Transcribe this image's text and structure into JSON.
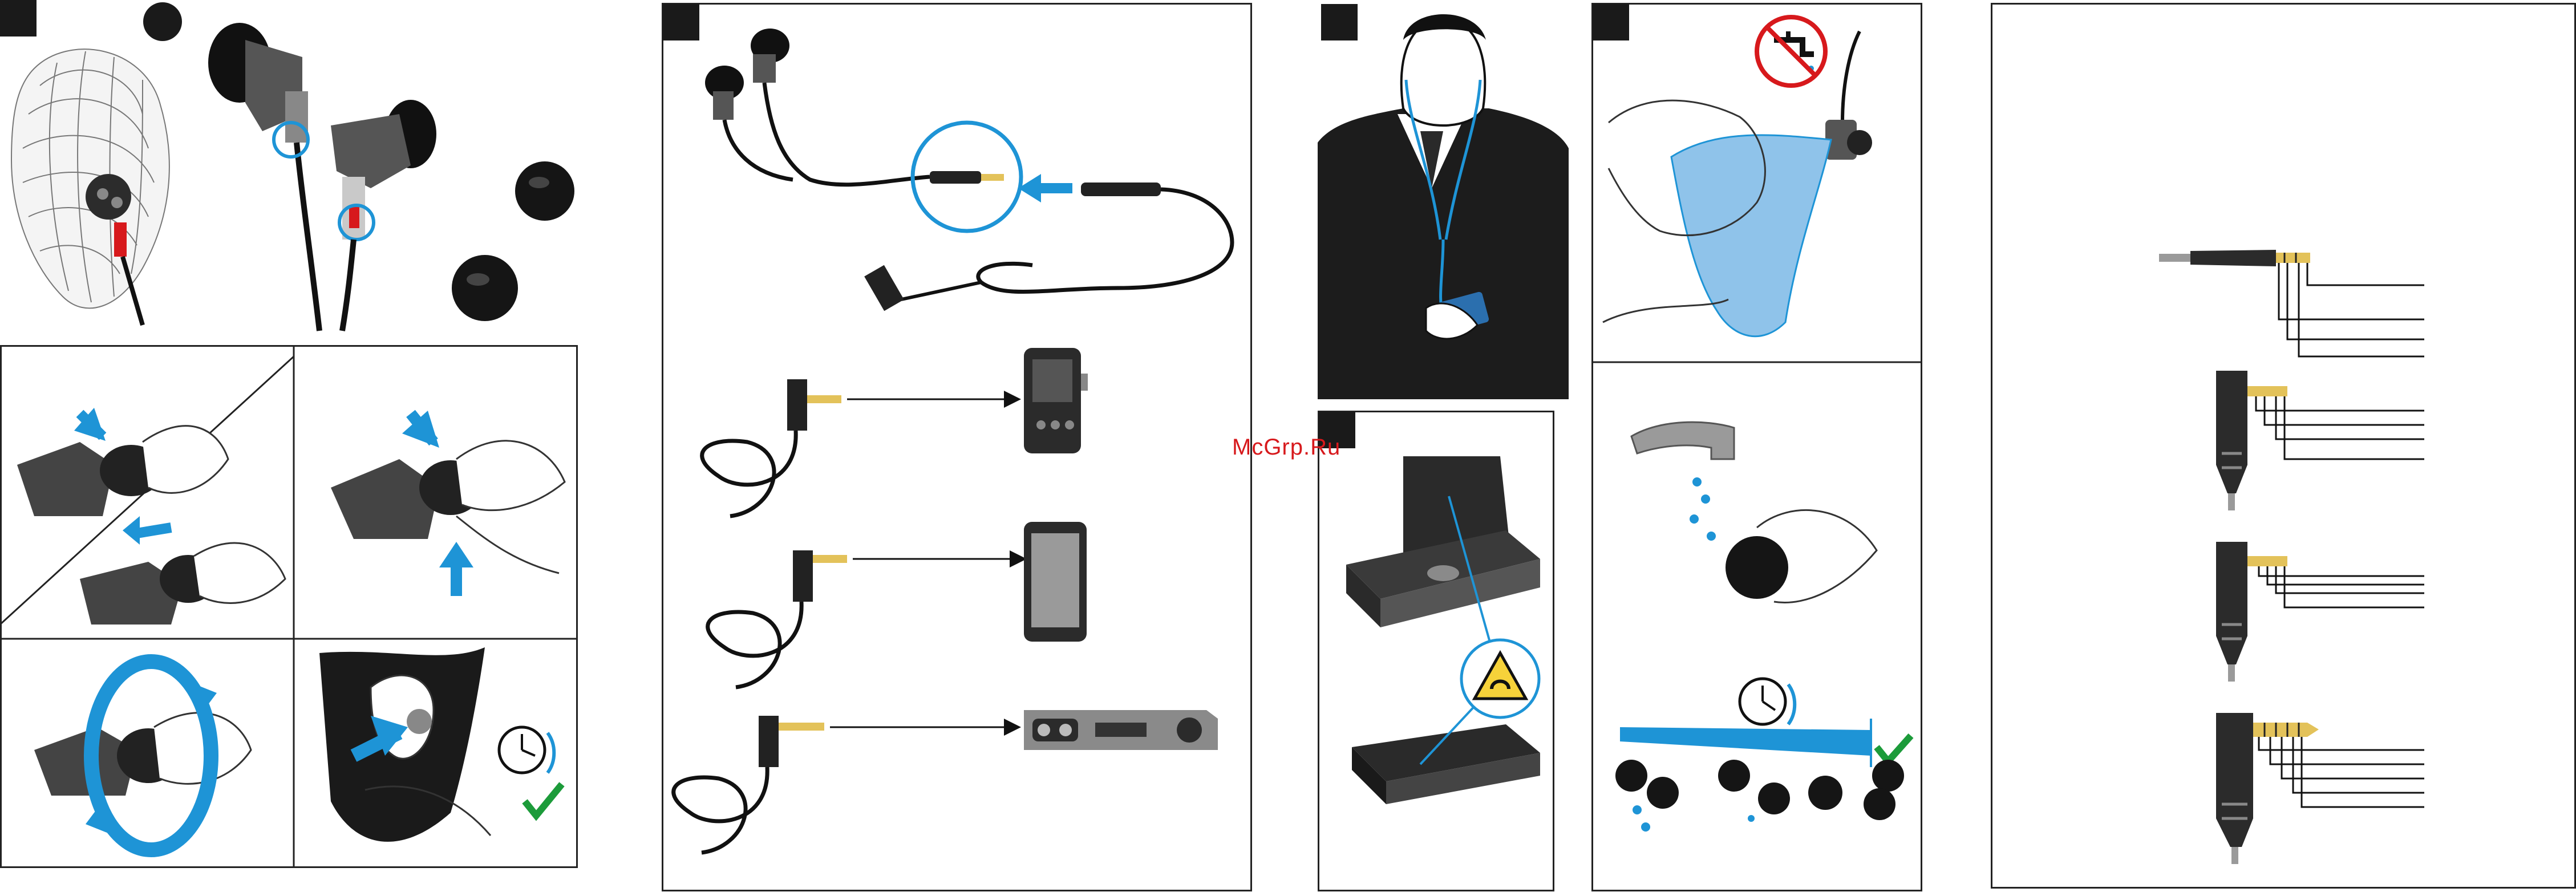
{
  "watermark": "McGrp.Ru",
  "colors": {
    "accent_blue": "#1e94d6",
    "tip_blue": "#8fc3ea",
    "warning_yellow": "#f6d23a",
    "check_green": "#1c9b3a",
    "forbid_red": "#d7191c",
    "ink": "#1a1a1a",
    "metal": "#8a8a8a",
    "gold": "#e3c25a"
  },
  "icons": [
    "ear-mesh-illustration",
    "earphone-illustration",
    "ear-tip-icon",
    "clock-icon",
    "check-icon",
    "no-water-tap-icon",
    "magnet-warning-icon",
    "music-player-icon",
    "smartphone-icon",
    "amplifier-icon",
    "cloth-icon",
    "faucet-icon",
    "jack-plug-icon"
  ]
}
